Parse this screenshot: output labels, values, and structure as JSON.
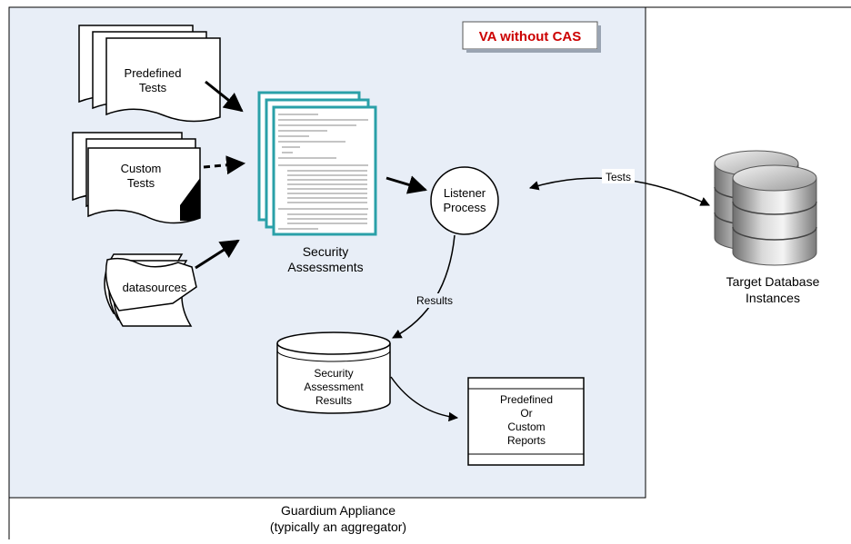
{
  "badge": {
    "label": "VA without CAS"
  },
  "nodes": {
    "predefined_tests": {
      "line1": "Predefined",
      "line2": "Tests"
    },
    "custom_tests": {
      "line1": "Custom",
      "line2": "Tests"
    },
    "datasources": {
      "label": "datasources"
    },
    "security_assessments": {
      "line1": "Security",
      "line2": "Assessments"
    },
    "listener": {
      "line1": "Listener",
      "line2": "Process"
    },
    "results_db": {
      "line1": "Security",
      "line2": "Assessment",
      "line3": "Results"
    },
    "reports": {
      "line1": "Predefined",
      "line2": "Or",
      "line3": "Custom",
      "line4": "Reports"
    },
    "target_db": {
      "line1": "Target Database",
      "line2": "Instances"
    }
  },
  "edges": {
    "tests": "Tests",
    "results": "Results"
  },
  "appliance": {
    "line1": "Guardium Appliance",
    "line2": "(typically an aggregator)"
  },
  "colors": {
    "panel_fill": "#e8eef7",
    "badge_text": "#cc0000",
    "doc_frame": "#2aa0a8"
  }
}
